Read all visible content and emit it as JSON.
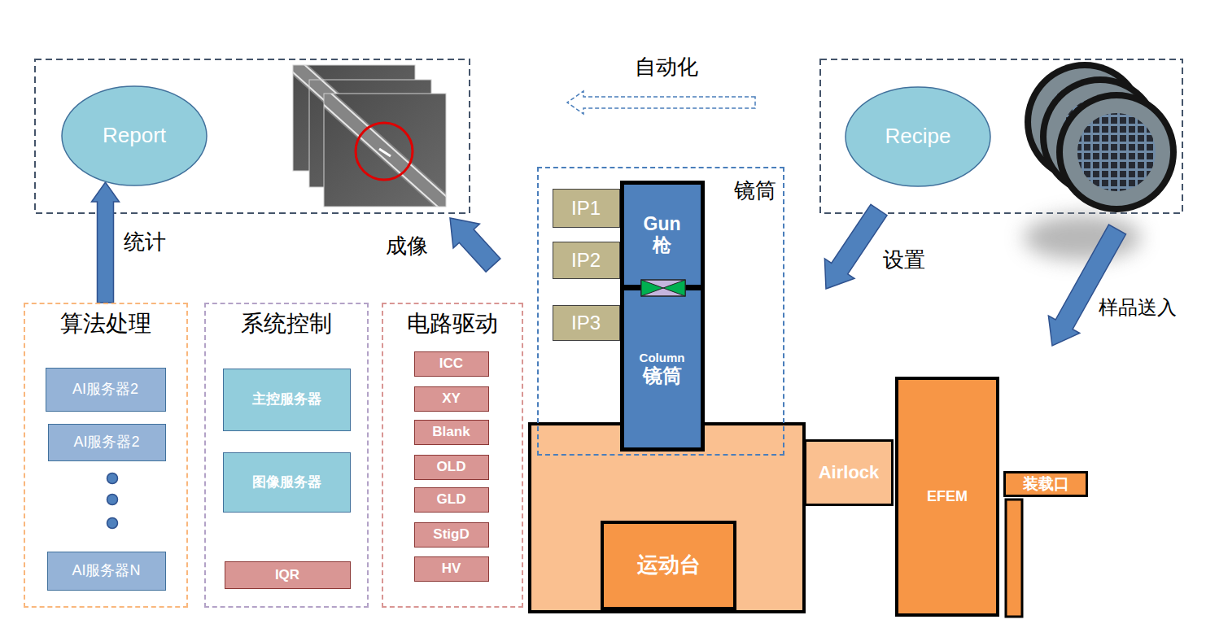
{
  "diagram": {
    "nodes": [
      {
        "text": [
          "Report"
        ]
      },
      {
        "text": [
          "Recipe"
        ]
      },
      {
        "text": [
          "镜筒"
        ]
      },
      {
        "text": [
          "IP1"
        ],
        "in": 2
      },
      {
        "text": [
          "IP2"
        ],
        "in": 2
      },
      {
        "text": [
          "IP3"
        ],
        "in": 2
      },
      {
        "text": [
          "Gun",
          "枪"
        ],
        "in": 2
      },
      {
        "text": [
          "Column",
          "镜筒"
        ],
        "in": 2
      },
      {
        "text": [
          "运动台"
        ]
      },
      {
        "text": [
          "Airlock"
        ]
      },
      {
        "text": [
          "EFEM"
        ]
      },
      {
        "text": [
          "装载口"
        ]
      },
      {
        "text": [
          "算法处理"
        ]
      },
      {
        "text": [
          "AI服务器2"
        ],
        "in": 12
      },
      {
        "text": [
          "AI服务器2"
        ],
        "in": 12
      },
      {
        "text": [
          "AI服务器N"
        ],
        "in": 12
      },
      {
        "text": [
          "系统控制"
        ]
      },
      {
        "text": [
          "主控服务器"
        ],
        "in": 16
      },
      {
        "text": [
          "图像服务器"
        ],
        "in": 16
      },
      {
        "text": [
          "IQR"
        ],
        "in": 16
      },
      {
        "text": [
          "电路驱动"
        ]
      },
      {
        "text": [
          "ICC"
        ],
        "in": 20
      },
      {
        "text": [
          "XY"
        ],
        "in": 20
      },
      {
        "text": [
          "Blank"
        ],
        "in": 20
      },
      {
        "text": [
          "OLD"
        ],
        "in": 20
      },
      {
        "text": [
          "GLD"
        ],
        "in": 20
      },
      {
        "text": [
          "StigD"
        ],
        "in": 20
      },
      {
        "text": [
          "HV"
        ],
        "in": 20
      }
    ],
    "edges": [
      {
        "from": 12,
        "to": 0,
        "arrow": "to",
        "label": "统计"
      }
    ],
    "labels": [
      "自动化",
      "成像",
      "设置",
      "样品送入"
    ]
  }
}
